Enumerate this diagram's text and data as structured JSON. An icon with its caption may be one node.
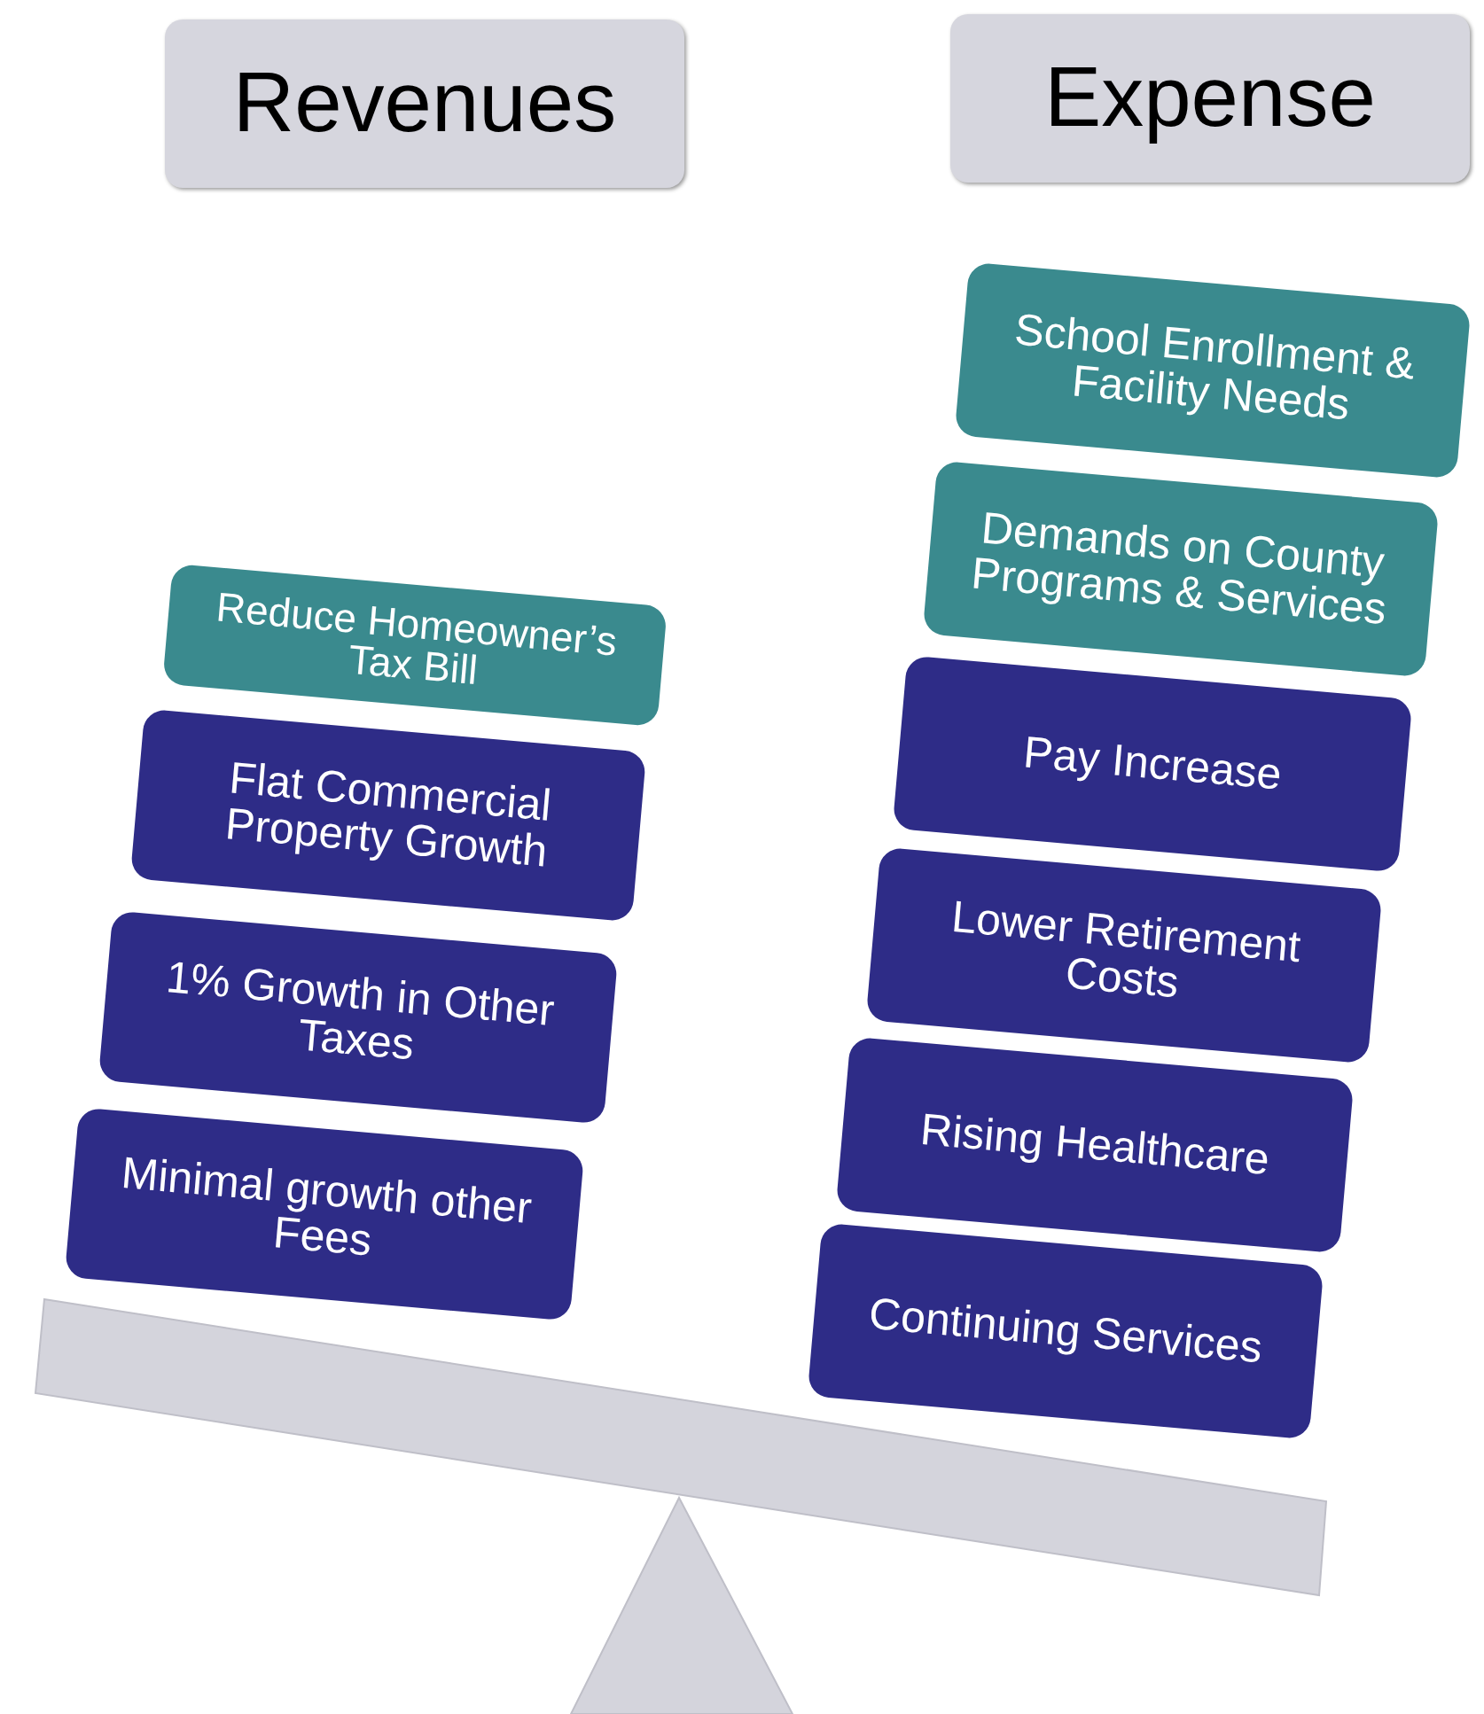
{
  "diagram": {
    "nodes": [
      {
        "text": [
          "Revenues"
        ]
      },
      {
        "text": [
          "Expense"
        ]
      },
      {
        "text": [
          "Reduce Homeowner’s Tax Bill"
        ]
      },
      {
        "text": [
          "Flat Commercial Property Growth"
        ]
      },
      {
        "text": [
          "1% Growth in Other Taxes"
        ]
      },
      {
        "text": [
          "Minimal growth other Fees"
        ]
      },
      {
        "text": [
          "School Enrollment & Facility Needs"
        ]
      },
      {
        "text": [
          "Demands on County Programs & Services"
        ]
      },
      {
        "text": [
          "Pay Increase"
        ]
      },
      {
        "text": [
          "Lower Retirement Costs"
        ]
      },
      {
        "text": [
          "Rising Healthcare"
        ]
      },
      {
        "text": [
          "Continuing Services"
        ]
      }
    ]
  }
}
